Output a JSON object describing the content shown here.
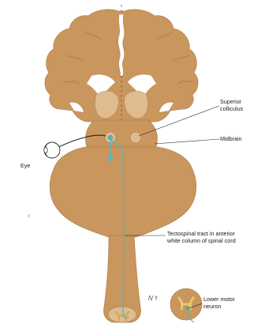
{
  "labels": {
    "superior_colliculus_line1": "Superior",
    "superior_colliculus_line2": "colliculus",
    "midbrain": "Midbrain",
    "eye": "Eye",
    "tectospinal_line1": "Tectospinal tract in anterior",
    "tectospinal_line2": "white column of spinal cord",
    "lower_motor_line1": "Lower motor",
    "lower_motor_line2": "neuron"
  },
  "colors": {
    "brain": "#c9965e",
    "brain_edge": "#a8763f",
    "ventricle": "#ffffff",
    "nucleus": "#dfbb90",
    "tract": "#4fb8c6",
    "line": "#222222"
  }
}
